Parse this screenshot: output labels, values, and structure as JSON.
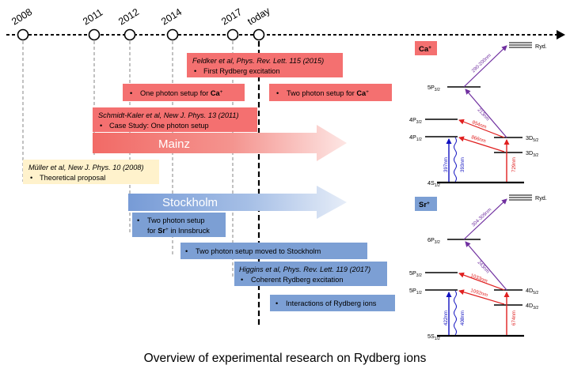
{
  "colors": {
    "red_box": "#f47070",
    "blue_box": "#7c9fd4",
    "yellow_box": "#fff2cc",
    "mainz_band": "#f4716e",
    "stockholm_band": "#7ea1d8",
    "violet": "#7030a0",
    "red_arrow": "#e02020",
    "blue_arrow": "#1010c0"
  },
  "timeline": {
    "ticks": [
      {
        "label": "2008"
      },
      {
        "label": "2011"
      },
      {
        "label": "2012"
      },
      {
        "label": "2014"
      },
      {
        "label": "2017"
      },
      {
        "label": "today"
      }
    ]
  },
  "bands": {
    "mainz": "Mainz",
    "stockholm": "Stockholm"
  },
  "boxes": {
    "feldker": {
      "ref": "Feldker et al, Phys. Rev. Lett. 115 (2015)",
      "bullet": "First Rydberg excitation"
    },
    "one_photon_ca": {
      "prefix": "One photon setup for ",
      "ion": "Ca",
      "sup": "+"
    },
    "two_photon_ca": {
      "prefix": "Two photon setup for ",
      "ion": "Ca",
      "sup": "+"
    },
    "schmidt": {
      "ref": "Schmidt-Kaler et al, New J. Phys. 13 (2011)",
      "bullet": "Case Study: One photon setup"
    },
    "muller": {
      "ref": "Müller et al, New J. Phys. 10 (2008)",
      "bullet": "Theoretical proposal"
    },
    "innsbruck": {
      "line1": "Two photon setup",
      "line2_prefix": "for ",
      "ion": "Sr",
      "sup": "+",
      "line2_suffix": " in Innsbruck"
    },
    "stockholm_move": {
      "bullet": "Two photon setup moved to Stockholm"
    },
    "higgins": {
      "ref": "Higgins et al, Phys. Rev. Lett. 119 (2017)",
      "bullet": "Coherent Rydberg excitation"
    },
    "interactions": {
      "bullet": "Interactions of Rydberg ions"
    }
  },
  "ca_scheme": {
    "ion_label": "Ca",
    "ion_sup": "+",
    "ryd": "Ryd.",
    "levels": {
      "ryd_uv": "290-200nm",
      "p52": "5P",
      "p52_sub": "3/2",
      "p42_32": "4P",
      "p42_32_sub": "3/2",
      "p42_12": "4P",
      "p42_12_sub": "1/2",
      "d52": "3D",
      "d52_sub": "5/2",
      "d32": "3D",
      "d32_sub": "3/2",
      "s12": "4S",
      "s12_sub": "1/2"
    },
    "wavelengths": {
      "w213": "213nm",
      "w854": "854nm",
      "w866": "866nm",
      "w397": "397nm",
      "w393": "393nm",
      "w729": "729nm"
    }
  },
  "sr_scheme": {
    "ion_label": "Sr",
    "ion_sup": "+",
    "ryd": "Ryd.",
    "levels": {
      "p62": "6P",
      "p62_sub": "3/2",
      "p52_32": "5P",
      "p52_32_sub": "3/2",
      "p52_12": "5P",
      "p52_12_sub": "1/2",
      "d52": "4D",
      "d52_sub": "5/2",
      "d32": "4D",
      "d32_sub": "3/2",
      "s12": "5S",
      "s12_sub": "1/2"
    },
    "wavelengths": {
      "ryd_uv": "304-309nm",
      "w243": "243nm",
      "w1033": "1033nm",
      "w1092": "1092nm",
      "w422": "422nm",
      "w408": "408nm",
      "w674": "674nm"
    }
  },
  "caption": "Overview of experimental research on Rydberg ions"
}
